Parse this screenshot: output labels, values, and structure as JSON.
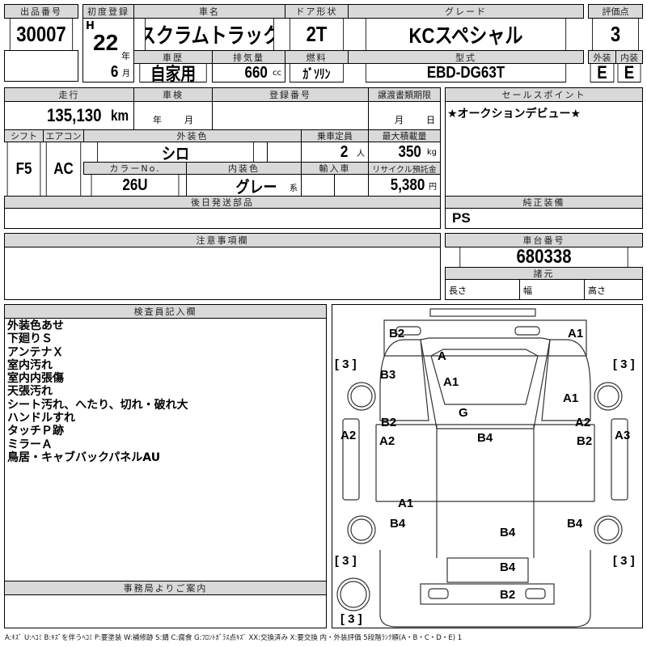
{
  "lot": {
    "label": "出品番号",
    "value": "30007"
  },
  "first_reg": {
    "label": "初度登録",
    "era": "H",
    "year": "22",
    "year_unit": "年",
    "month": "6",
    "month_unit": "月"
  },
  "car_name": {
    "label": "車名",
    "value": "スクラムトラック"
  },
  "door": {
    "label": "ドア形状",
    "value": "2T"
  },
  "grade": {
    "label": "グレード",
    "value": "KCスペシャル"
  },
  "score": {
    "label": "評価点",
    "value": "3",
    "ext_label": "外装",
    "int_label": "内装",
    "ext": "E",
    "int": "E"
  },
  "history": {
    "label": "車歴",
    "value": "自家用"
  },
  "displacement": {
    "label": "排気量",
    "value": "660",
    "unit": "cc"
  },
  "fuel": {
    "label": "燃料",
    "value": "ｶﾞｿﾘﾝ"
  },
  "model": {
    "label": "型式",
    "value": "EBD-DG63T"
  },
  "mileage": {
    "label": "走行",
    "value": "135,130",
    "unit": "km"
  },
  "inspection": {
    "label": "車検",
    "year_unit": "年",
    "month_unit": "月"
  },
  "reg_no": {
    "label": "登録番号"
  },
  "transfer": {
    "label": "譲渡書類期限",
    "month_unit": "月",
    "day_unit": "日"
  },
  "shift": {
    "label": "シフト",
    "value": "F5"
  },
  "ac": {
    "label": "エアコン",
    "value": "AC"
  },
  "ext_color": {
    "label": "外装色",
    "value": "シロ"
  },
  "capacity": {
    "label": "乗車定員",
    "value": "2",
    "unit": "人"
  },
  "load": {
    "label": "最大積載量",
    "value": "350",
    "unit": "kg"
  },
  "color_no": {
    "label": "カラーNo.",
    "value": "26U"
  },
  "int_color": {
    "label": "内装色",
    "value": "グレー",
    "unit": "系"
  },
  "import": {
    "label": "輸入車"
  },
  "recycle": {
    "label": "リサイクル預託金",
    "value": "5,380",
    "unit": "円"
  },
  "later_parts": {
    "label": "後日発送部品"
  },
  "sales_point": {
    "label": "セールスポイント",
    "value": "★オークションデビュー★"
  },
  "equipment": {
    "label": "純正装備",
    "value": "PS"
  },
  "caution": {
    "label": "注意事項欄"
  },
  "chassis": {
    "label": "車台番号",
    "value": "680338",
    "spec_label": "諸元",
    "length": "長さ",
    "width": "幅",
    "height": "高さ"
  },
  "inspector": {
    "label": "検査員記入欄",
    "notes": [
      "外装色あせ",
      "下廻りＳ",
      "アンテナＸ",
      "室内汚れ",
      "室内内張傷",
      "天張汚れ",
      "シート汚れ、へたり、切れ・破れ大",
      "ハンドルすれ",
      "タッチＰ跡",
      "ミラーＡ",
      "鳥居・キャブバックパネルAU"
    ]
  },
  "office": {
    "label": "事務局よりご案内"
  },
  "diagram": {
    "marks": [
      "B2",
      "A1",
      "[ 3 ]",
      "[ 3 ]",
      "A",
      "B3",
      "A1",
      "A1",
      "G",
      "B2",
      "A2",
      "A2",
      "A2",
      "B4",
      "B2",
      "A3",
      "A1",
      "B4",
      "B4",
      "B4",
      "[ 3 ]",
      "[ 3 ]",
      "B4",
      "B2",
      "[ 3 ]"
    ]
  },
  "legend": "A:ｷｽﾞ U:ﾍｺﾐ B:ｷｽﾞを伴うﾍｺﾐ P:要塗装 W:補修跡 S:錆 C:腐食 G:ﾌﾛﾝﾄｶﾞﾗｽ点ｷｽﾞ XX:交換済み X:要交換 内・外装評価 5段階ﾗﾝｸ順(A・B・C・D・E) 1"
}
